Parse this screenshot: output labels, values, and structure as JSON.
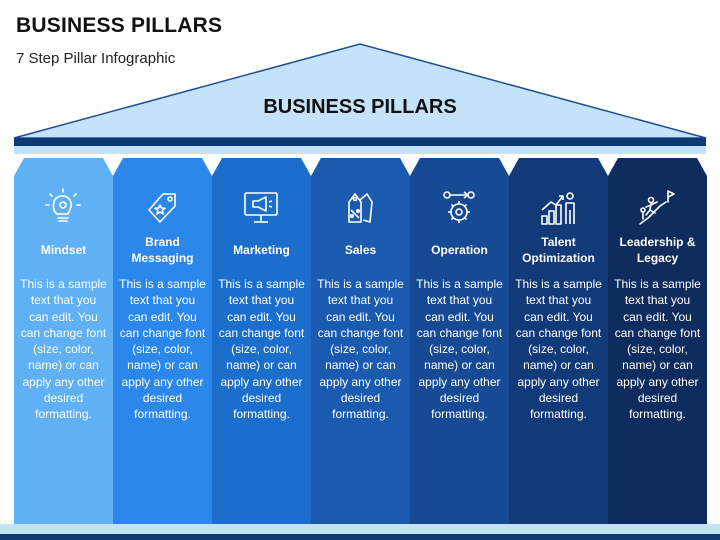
{
  "header": {
    "title": "BUSINESS PILLARS",
    "subtitle": "7 Step Pillar Infographic"
  },
  "roof": {
    "title": "BUSINESS PILLARS",
    "fill": "#c4e3fb",
    "stroke": "#1f4f8c"
  },
  "pillars": [
    {
      "label": "Mindset",
      "icon": "lightbulb-gear-icon",
      "color": "#5fb0f5",
      "text": "This is a sample text that you can edit. You can change font (size, color, name) or can apply any other desired formatting."
    },
    {
      "label": "Brand Messaging",
      "icon": "tag-star-icon",
      "color": "#2b88ea",
      "text": "This is a sample text that you can edit. You can change font (size, color, name) or can apply any other desired formatting."
    },
    {
      "label": "Marketing",
      "icon": "monitor-megaphone-icon",
      "color": "#1c6ecd",
      "text": "This is a sample text that you can edit. You can change font (size, color, name) or can apply any other desired formatting."
    },
    {
      "label": "Sales",
      "icon": "sale-tags-icon",
      "color": "#1a5bb0",
      "text": "This is a sample text that you can edit. You can change font (size, color, name) or can apply any other desired formatting."
    },
    {
      "label": "Operation",
      "icon": "gear-process-icon",
      "color": "#164a94",
      "text": "This is a sample text that you can edit. You can change font (size, color, name) or can apply any other desired formatting."
    },
    {
      "label": "Talent Optimization",
      "icon": "growth-person-icon",
      "color": "#123a78",
      "text": "This is a sample text that you can edit. You can change font (size, color, name) or can apply any other desired formatting."
    },
    {
      "label": "Leadership & Legacy",
      "icon": "climber-flag-icon",
      "color": "#0f2c5e",
      "text": "This is a sample text that you can edit. You can change font (size, color, name) or can apply any other desired formatting."
    }
  ]
}
